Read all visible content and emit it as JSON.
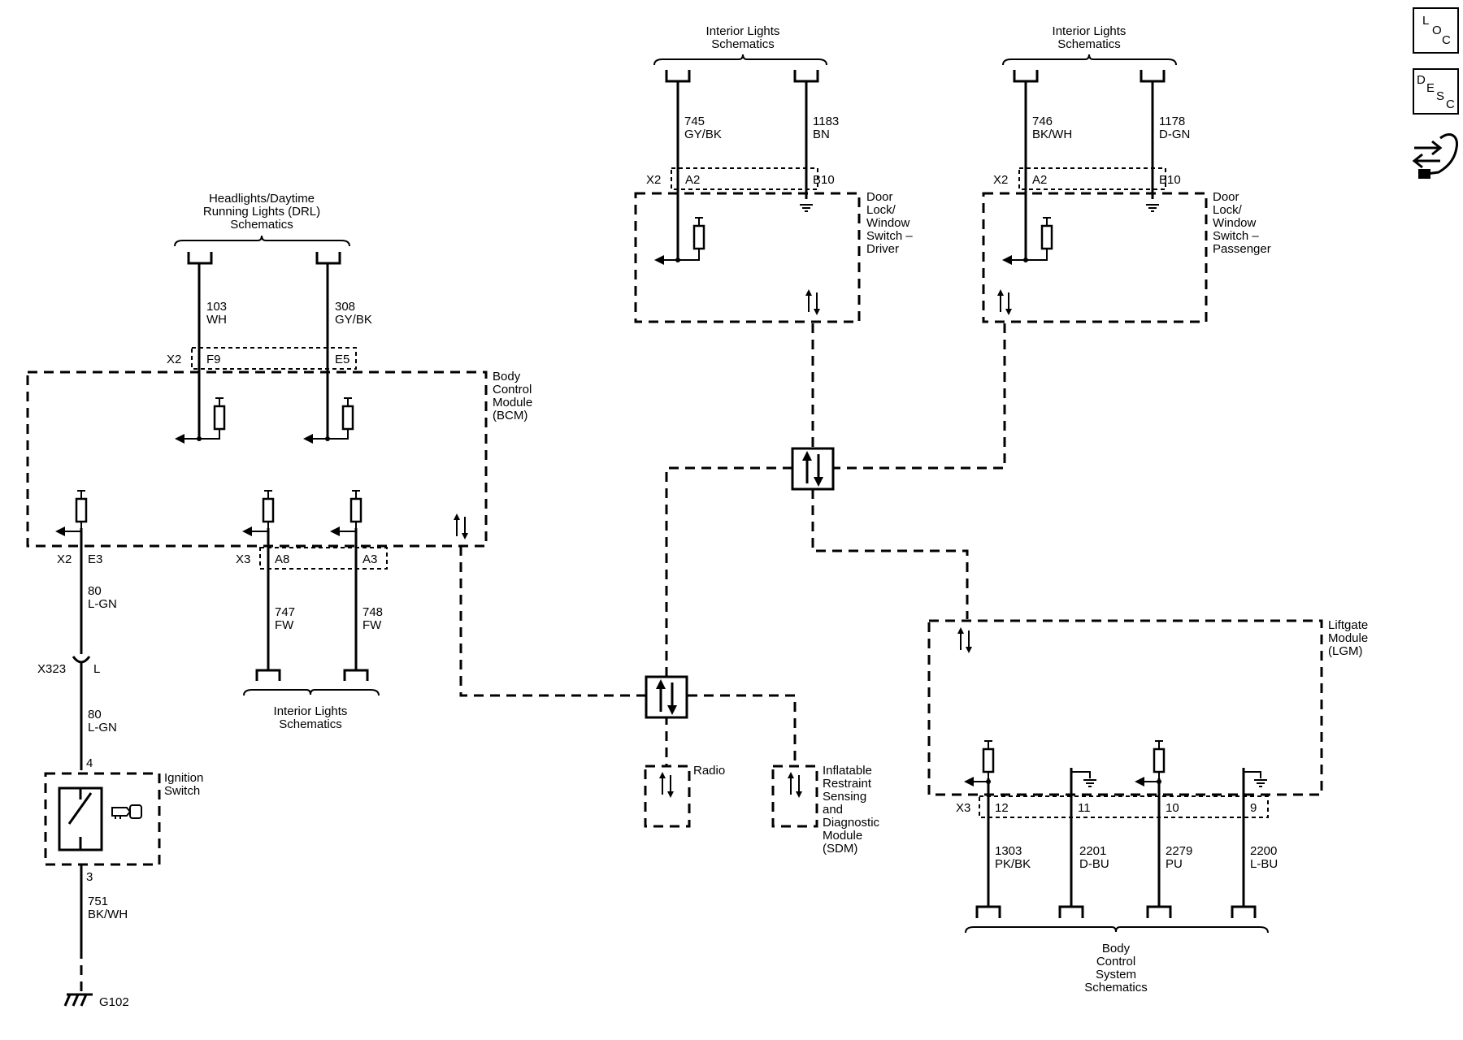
{
  "side_icons": {
    "loc": [
      "L",
      "O",
      "C"
    ],
    "desc": [
      "D",
      "E",
      "S",
      "C"
    ]
  },
  "drl": {
    "title": [
      "Headlights/Daytime",
      "Running Lights (DRL)",
      "Schematics"
    ],
    "wire1": [
      "103",
      "WH"
    ],
    "wire2": [
      "308",
      "GY/BK"
    ],
    "connector": "X2",
    "pin1": "F9",
    "pin2": "E5"
  },
  "bcm": {
    "label": [
      "Body",
      "Control",
      "Module",
      "(BCM)"
    ],
    "x2": "X2",
    "e3": "E3",
    "x3": "X3",
    "a8": "A8",
    "a3": "A3"
  },
  "ignition_feed": {
    "wire_a": [
      "80",
      "L-GN"
    ],
    "inline": "X323",
    "inline_pin": "L",
    "wire_b": [
      "80",
      "L-GN"
    ],
    "pin_top": "4",
    "pin_bottom": "3",
    "wire_c": [
      "751",
      "BK/WH"
    ],
    "ground": "G102"
  },
  "ignition_switch": {
    "label": [
      "Ignition",
      "Switch"
    ]
  },
  "interior_bottom": {
    "wire1": [
      "747",
      "FW"
    ],
    "wire2": [
      "748",
      "FW"
    ],
    "title": [
      "Interior Lights",
      "Schematics"
    ]
  },
  "driver": {
    "title": [
      "Interior Lights",
      "Schematics"
    ],
    "wire1": [
      "745",
      "GY/BK"
    ],
    "wire2": [
      "1183",
      "BN"
    ],
    "connector": "X2",
    "pin1": "A2",
    "pin2": "B10",
    "label": [
      "Door",
      "Lock/",
      "Window",
      "Switch –",
      "Driver"
    ]
  },
  "passenger": {
    "title": [
      "Interior Lights",
      "Schematics"
    ],
    "wire1": [
      "746",
      "BK/WH"
    ],
    "wire2": [
      "1178",
      "D-GN"
    ],
    "connector": "X2",
    "pin1": "A2",
    "pin2": "B10",
    "label": [
      "Door",
      "Lock/",
      "Window",
      "Switch –",
      "Passenger"
    ]
  },
  "radio": {
    "label": "Radio"
  },
  "sdm": {
    "label": [
      "Inflatable",
      "Restraint",
      "Sensing",
      "and",
      "Diagnostic",
      "Module",
      "(SDM)"
    ]
  },
  "lgm": {
    "label": [
      "Liftgate",
      "Module",
      "(LGM)"
    ],
    "connector": "X3",
    "pins": [
      "12",
      "11",
      "10",
      "9"
    ],
    "wires": [
      [
        "1303",
        "PK/BK"
      ],
      [
        "2201",
        "D-BU"
      ],
      [
        "2279",
        "PU"
      ],
      [
        "2200",
        "L-BU"
      ]
    ],
    "title": [
      "Body",
      "Control",
      "System",
      "Schematics"
    ]
  }
}
